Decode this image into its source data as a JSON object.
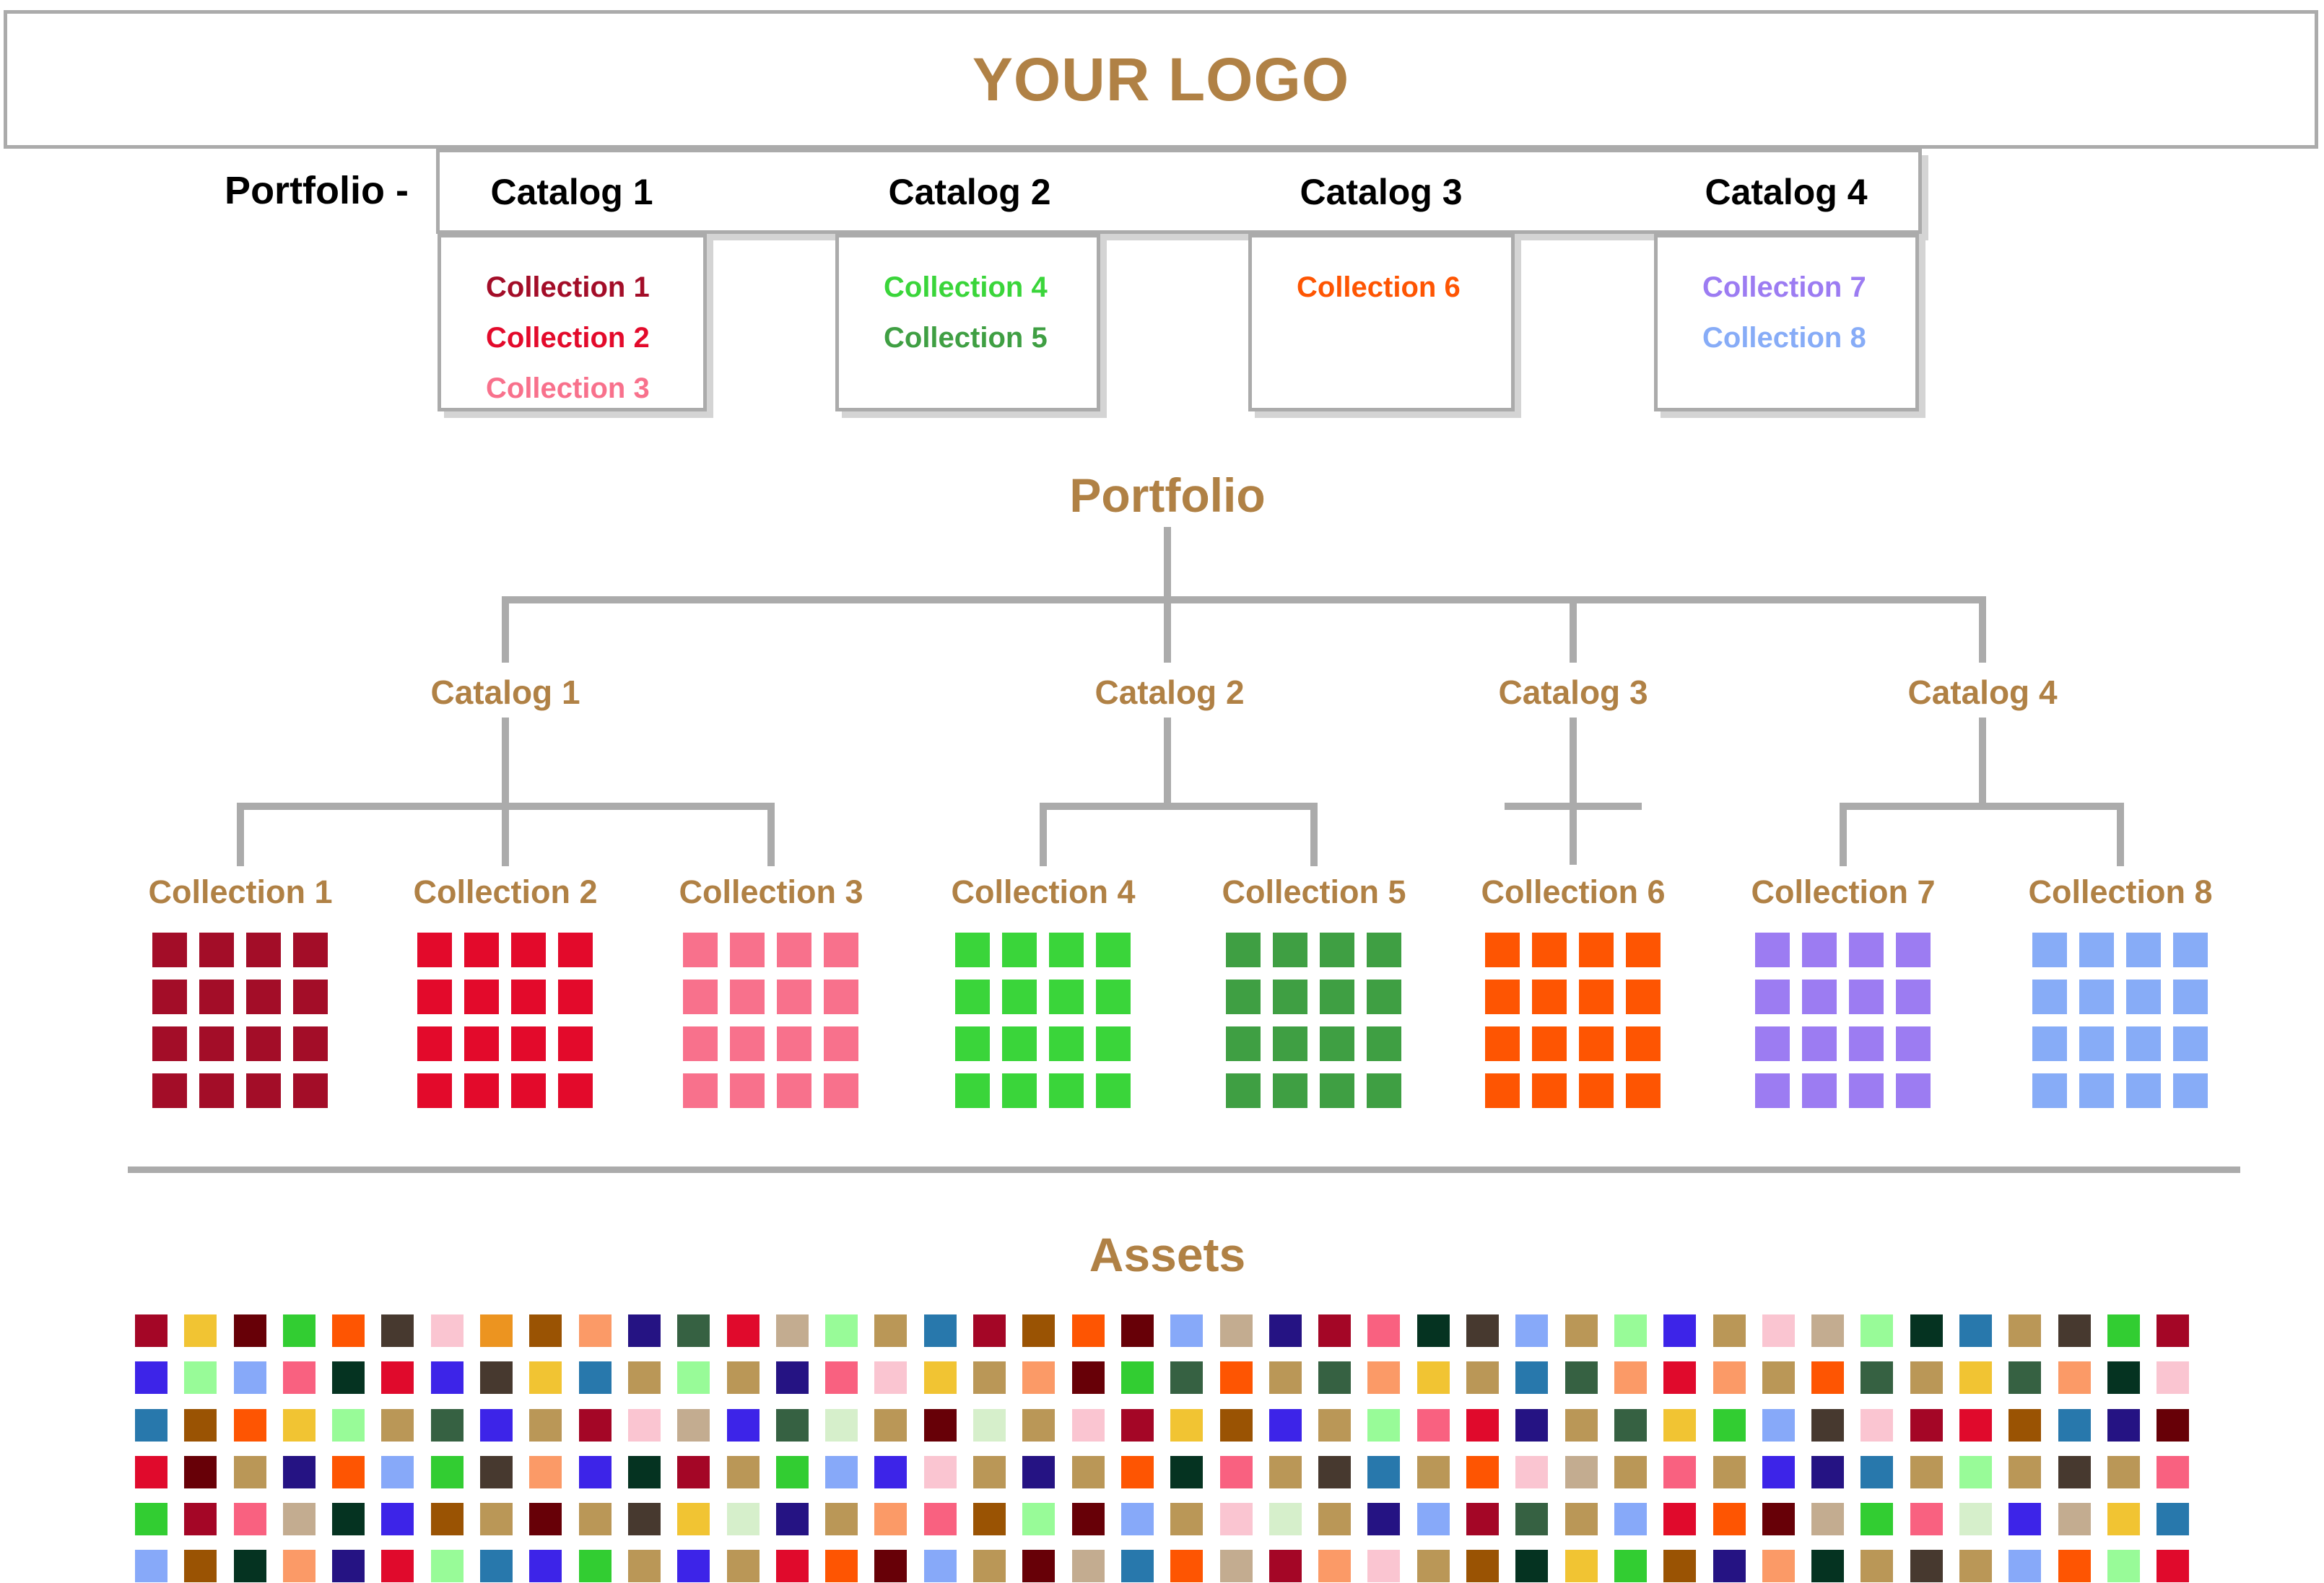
{
  "colors": {
    "accent_bronze": "#B08145",
    "line_gray": "#ABABAB",
    "text_black": "#000000"
  },
  "header": {
    "logo_text": "YOUR LOGO"
  },
  "top_bar": {
    "portfolio_label": "Portfolio -",
    "catalogs": [
      {
        "label": "Catalog 1",
        "collections": [
          {
            "label": "Collection 1",
            "color": "#A30D28"
          },
          {
            "label": "Collection 2",
            "color": "#E30A2B"
          },
          {
            "label": "Collection 3",
            "color": "#F8718C"
          }
        ]
      },
      {
        "label": "Catalog 2",
        "collections": [
          {
            "label": "Collection 4",
            "color": "#3AD53A"
          },
          {
            "label": "Collection 5",
            "color": "#3F9F43"
          }
        ]
      },
      {
        "label": "Catalog 3",
        "collections": [
          {
            "label": "Collection 6",
            "color": "#FE5502"
          }
        ]
      },
      {
        "label": "Catalog 4",
        "collections": [
          {
            "label": "Collection 7",
            "color": "#9C7CF2"
          },
          {
            "label": "Collection 8",
            "color": "#87ACF7"
          }
        ]
      }
    ]
  },
  "tree": {
    "root_label": "Portfolio",
    "catalogs": [
      {
        "label": "Catalog 1"
      },
      {
        "label": "Catalog 2"
      },
      {
        "label": "Catalog 3"
      },
      {
        "label": "Catalog 4"
      }
    ],
    "collections": [
      {
        "label": "Collection 1",
        "color": "#A30D28"
      },
      {
        "label": "Collection 2",
        "color": "#E30A2B"
      },
      {
        "label": "Collection 3",
        "color": "#F8718C"
      },
      {
        "label": "Collection 4",
        "color": "#3AD53A"
      },
      {
        "label": "Collection 5",
        "color": "#3F9F43"
      },
      {
        "label": "Collection 6",
        "color": "#FE5502"
      },
      {
        "label": "Collection 7",
        "color": "#9C7CF2"
      },
      {
        "label": "Collection 8",
        "color": "#87ACF7"
      }
    ]
  },
  "assets": {
    "title": "Assets",
    "palette": {
      "A": "#A40626",
      "B": "#F1C433",
      "C": "#670007",
      "D": "#32CD32",
      "E": "#FE5502",
      "F": "#47392F",
      "G": "#FAC5D1",
      "H": "#EC9420",
      "I": "#9A5303",
      "J": "#FB9A67",
      "K": "#251383",
      "L": "#366142",
      "M": "#E00A2C",
      "N": "#C3AC90",
      "O": "#98FB98",
      "P": "#BA9757",
      "Q": "#2878AC",
      "R": "#3D24E8",
      "S": "#87A9F9",
      "T": "#F96180",
      "U": "#053321",
      "V": "#D6EFCB"
    },
    "rows": [
      "ABCDEFGHIJKLMNOPQAIECSNKATUFSPORPGNOUQPFDA",
      "ROSTUMRFBQPOPKTGBPJCDLEPLJBPQLJMJPELPBLJUG",
      "QIEBOPLRPAGNRLVPCVPGABIRPOTMKPLBDSFGAMIQKC",
      "MCPKESDFJRUAPDSRGPKPEUTPFQPEGNPTPRKQPOPFPT",
      "DATNURIPCPFBVKPJTIOCSPGVPKSALPSMECNDTVRNBQ",
      "SIUJKMOQRDPRPMECSPCNQENAJGPIUBDIKJUPFPSEOM"
    ]
  }
}
